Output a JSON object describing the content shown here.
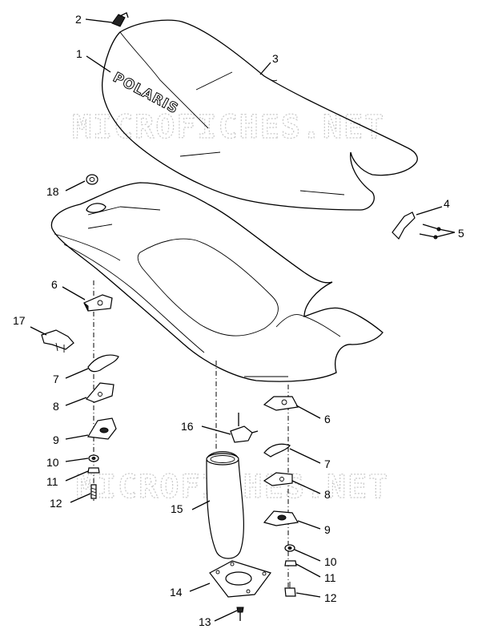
{
  "watermark": "MICROFICHES.NET",
  "logo_text": "POLARIS",
  "callouts": [
    {
      "id": "c2",
      "text": "2"
    },
    {
      "id": "c1",
      "text": "1"
    },
    {
      "id": "c3",
      "text": "3"
    },
    {
      "id": "c18",
      "text": "18"
    },
    {
      "id": "c4",
      "text": "4"
    },
    {
      "id": "c5",
      "text": "5"
    },
    {
      "id": "c6a",
      "text": "6"
    },
    {
      "id": "c17",
      "text": "17"
    },
    {
      "id": "c7a",
      "text": "7"
    },
    {
      "id": "c8a",
      "text": "8"
    },
    {
      "id": "c9a",
      "text": "9"
    },
    {
      "id": "c10a",
      "text": "10"
    },
    {
      "id": "c11a",
      "text": "11"
    },
    {
      "id": "c12a",
      "text": "12"
    },
    {
      "id": "c16",
      "text": "16"
    },
    {
      "id": "c6b",
      "text": "6"
    },
    {
      "id": "c7b",
      "text": "7"
    },
    {
      "id": "c8b",
      "text": "8"
    },
    {
      "id": "c9b",
      "text": "9"
    },
    {
      "id": "c15",
      "text": "15"
    },
    {
      "id": "c10b",
      "text": "10"
    },
    {
      "id": "c11b",
      "text": "11"
    },
    {
      "id": "c12b",
      "text": "12"
    },
    {
      "id": "c14",
      "text": "14"
    },
    {
      "id": "c13",
      "text": "13"
    }
  ]
}
